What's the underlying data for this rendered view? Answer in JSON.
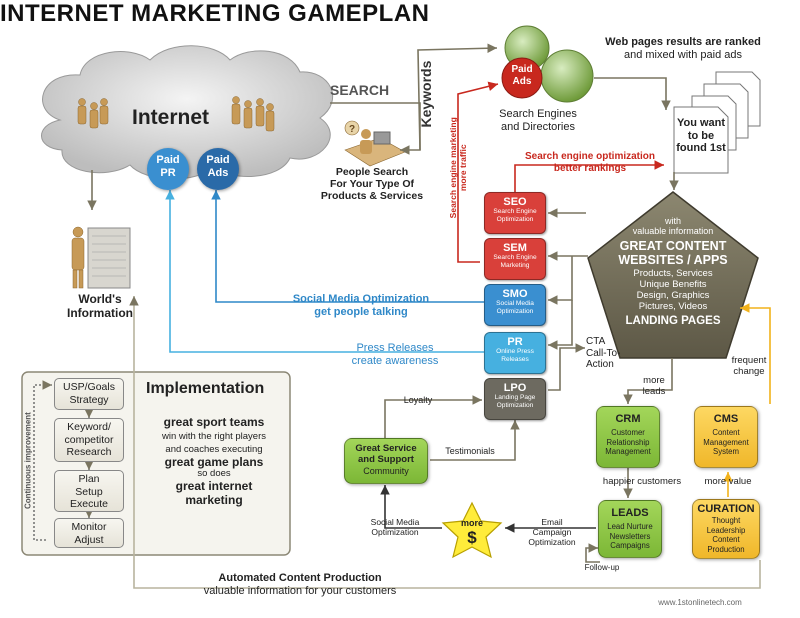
{
  "title": "INTERNET MARKETING GAMEPLAN",
  "internet": {
    "label": "Internet",
    "paid_pr": "Paid\nPR",
    "paid_ads": "Paid\nAds"
  },
  "search_label": "SEARCH",
  "keywords_label": "Keywords",
  "people_search": "People Search\nFor Your Type Of\nProducts & Services",
  "worlds_information": "World's\nInformation",
  "search_engines": {
    "paid_ads": "Paid\nAds",
    "label": "Search Engines\nand Directories"
  },
  "ranked_note": {
    "line1": "Web pages results are ranked",
    "line2": "and mixed with paid ads"
  },
  "found_first": "You want\nto be\nfound 1st",
  "sem_vertical": "Search engine marketing\nmore traffic",
  "seo_note": {
    "line1": "Search engine optimization",
    "line2": "better rankings"
  },
  "stack": [
    {
      "title": "SEO",
      "sub": "Search Engine\nOptimization",
      "color": "#d9403a"
    },
    {
      "title": "SEM",
      "sub": "Search Engine\nMarketing",
      "color": "#d9403a"
    },
    {
      "title": "SMO",
      "sub": "Social Media\nOptimization",
      "color": "#3a8fd0"
    },
    {
      "title": "PR",
      "sub": "Online Press\nReleases",
      "color": "#46b0e0"
    },
    {
      "title": "LPO",
      "sub": "Landing Page\nOptimization",
      "color": "#6d6a60"
    }
  ],
  "smo_note": {
    "line1": "Social Media Optimization",
    "line2": "get people talking"
  },
  "pr_note": {
    "line1": "Press Releases",
    "line2": "create awareness"
  },
  "content": {
    "with": "with",
    "valuable": "valuable information",
    "headline": "GREAT CONTENT\nWEBSITES / APPS",
    "list": "Products, Services\nUnique Benefits\nDesign, Graphics\nPictures, Videos",
    "landing": "LANDING PAGES"
  },
  "cta": "CTA\nCall-To-Action",
  "more_leads": "more\nleads",
  "frequent_change": "frequent\nchange",
  "crm": {
    "title": "CRM",
    "sub": "Customer\nRelationship\nManagement"
  },
  "cms": {
    "title": "CMS",
    "sub": "Content\nManagement\nSystem"
  },
  "happier_customers": "happier customers",
  "more_value": "more value",
  "leads": {
    "title": "LEADS",
    "sub": "Lead Nurture\nNewsletters\nCampaigns"
  },
  "curation": {
    "title": "CURATION",
    "sub": "Thought\nLeadership\nContent\nProduction"
  },
  "follow_up": "Follow-up",
  "email_campaign": "Email\nCampaign\nOptimization",
  "more_money": {
    "more": "more",
    "symbol": "$"
  },
  "social_media_opt": "Social Media\nOptimization",
  "great_service": {
    "title": "Great Service\nand Support",
    "sub": "Community"
  },
  "loyalty": "Loyalty",
  "testimonials": "Testimonials",
  "implementation": {
    "title": "Implementation",
    "steps": [
      "USP/Goals\nStrategy",
      "Keyword/\ncompetitor\nResearch",
      "Plan\nSetup\nExecute",
      "Monitor\nAdjust"
    ],
    "side": "Continuous improvement",
    "body": {
      "a": "great sport teams",
      "b": "win with the right players",
      "c": "and coaches executing",
      "d": "great game plans",
      "e": "so does",
      "f": "great internet\nmarketing"
    }
  },
  "automated": {
    "line1": "Automated Content Production",
    "line2": "valuable information for your customers"
  },
  "website": "www.1stonlinetech.com",
  "colors": {
    "red": "#c8281e",
    "blue": "#2f88c8",
    "green": "#8dc63f",
    "gold": "#f5c431",
    "brown": "#6f6a55"
  }
}
